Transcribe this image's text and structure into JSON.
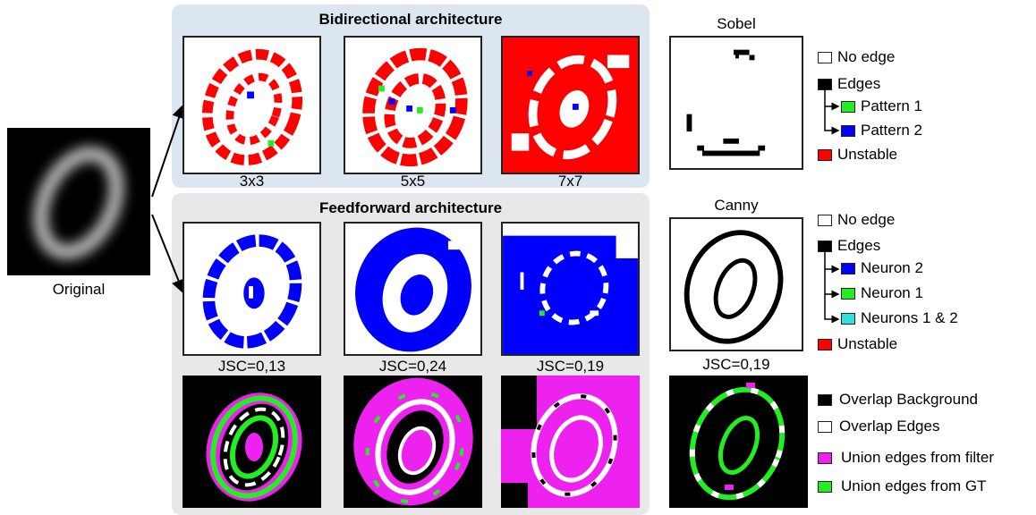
{
  "original": {
    "caption": "Original"
  },
  "bidirectional": {
    "title": "Bidirectional architecture",
    "captions": [
      "3x3",
      "5x5",
      "7x7"
    ]
  },
  "feedforward": {
    "title": "Feedforward architecture",
    "jsc": [
      "JSC=0,13",
      "JSC=0,24",
      "JSC=0,19"
    ]
  },
  "sobel": {
    "title": "Sobel",
    "legend": [
      "No edge",
      "Edges",
      "Pattern 1",
      "Pattern 2",
      "Unstable"
    ]
  },
  "canny": {
    "title": "Canny",
    "jsc": "JSC=0,19",
    "legend": [
      "No edge",
      "Edges",
      "Neuron 2",
      "Neuron 1",
      "Neurons 1 & 2",
      "Unstable"
    ]
  },
  "overlap_legend": [
    "Overlap Background",
    "Overlap Edges",
    "Union edges from filter",
    "Union edges from GT"
  ],
  "colors": {
    "bidir_bg": "#dce6f0",
    "ff_bg": "#e8e8e8",
    "red": "#ff0000",
    "blue": "#0000ff",
    "green": "#22ee22",
    "cyan": "#33dddd",
    "magenta": "#ee22ee",
    "black": "#000000",
    "white": "#ffffff"
  }
}
